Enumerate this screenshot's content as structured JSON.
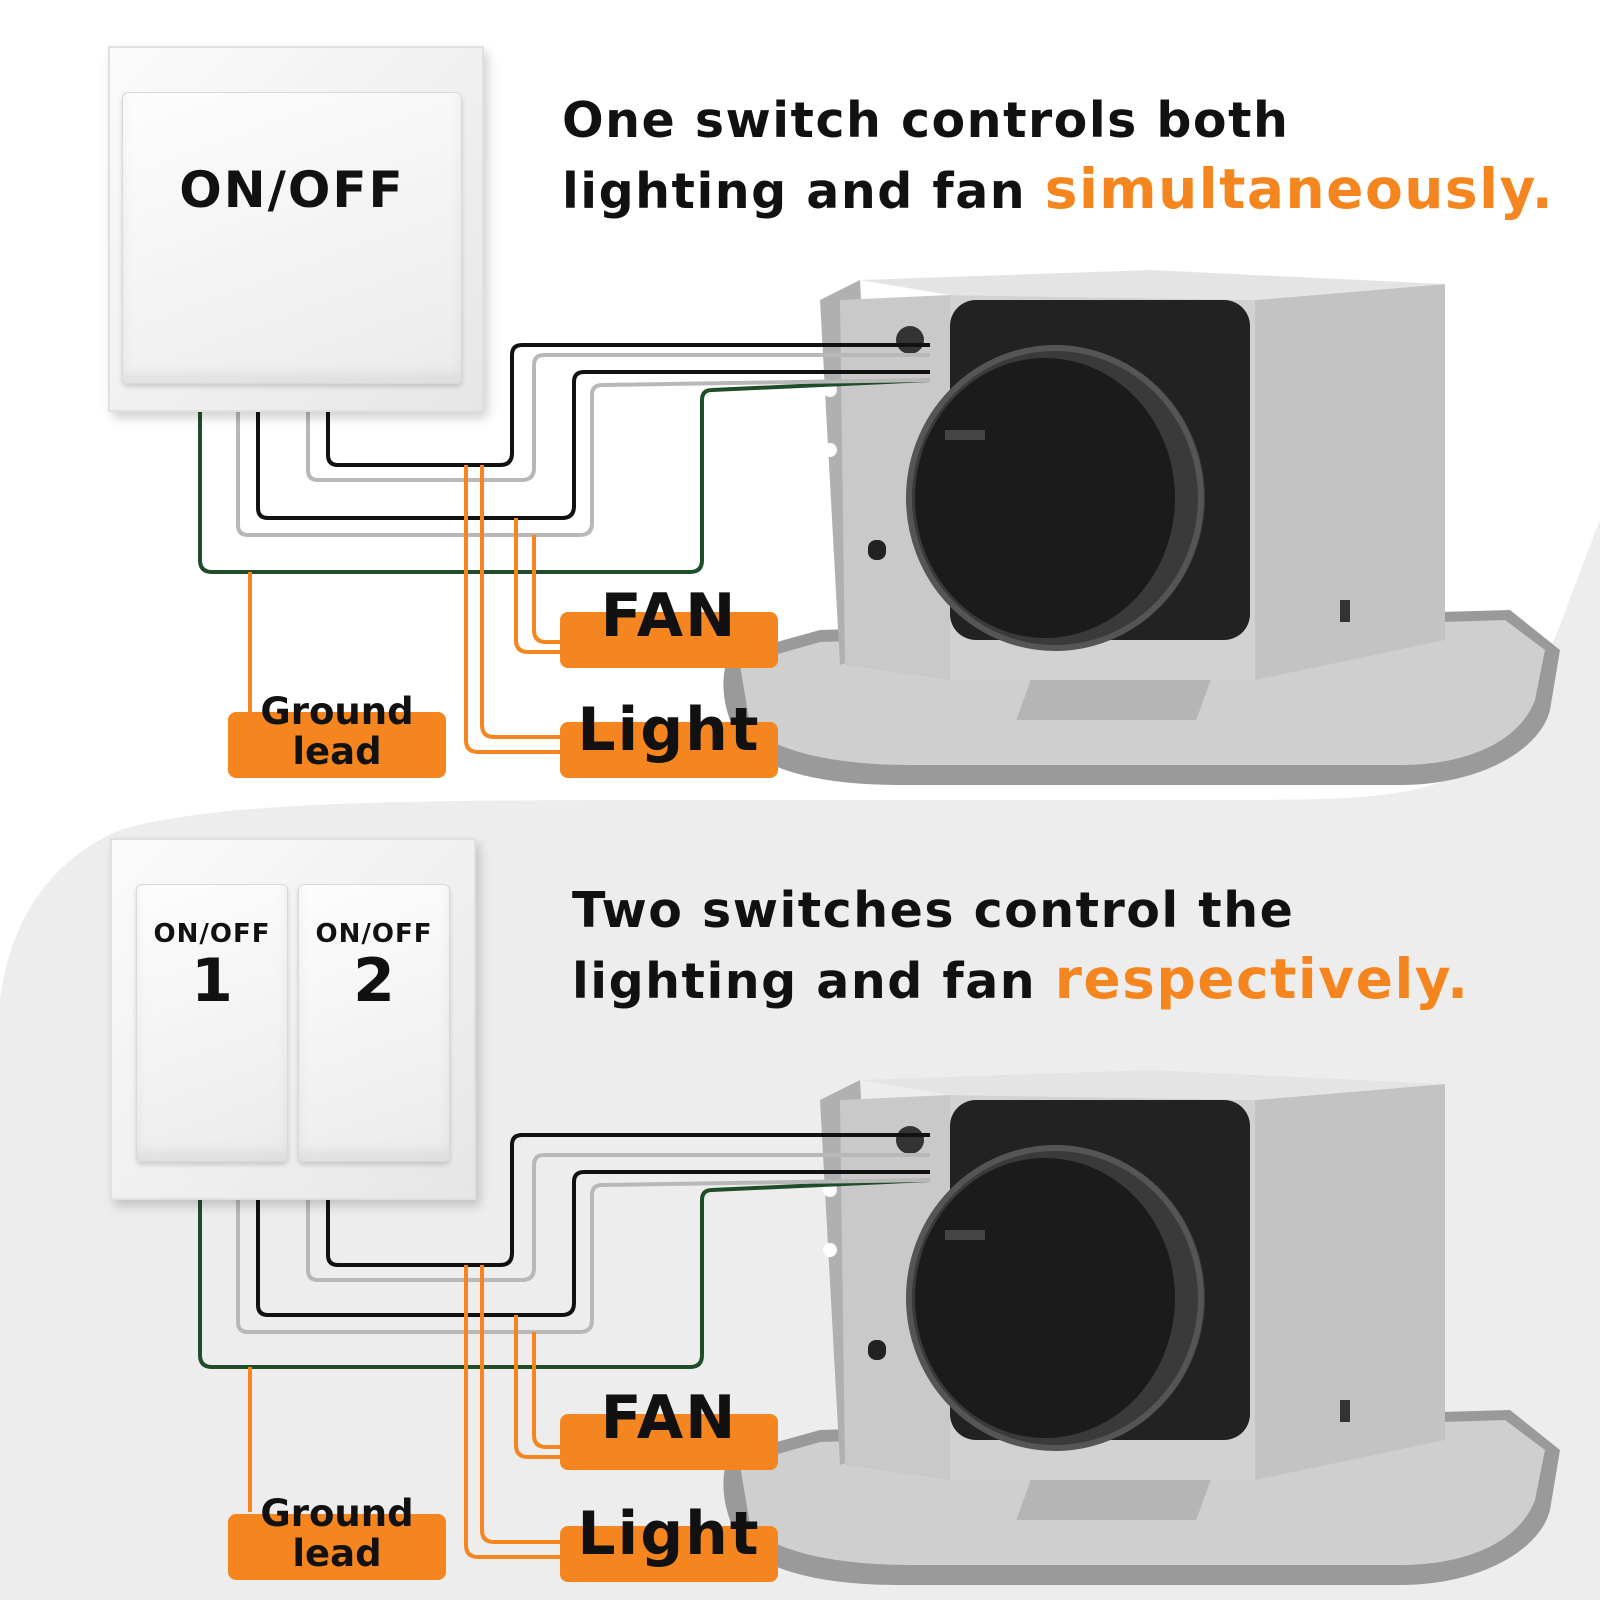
{
  "panel1": {
    "headline_line1": "One switch controls both",
    "headline_line2": "lighting and fan ",
    "headline_accent": "simultaneously.",
    "switch_label": "ON/OFF",
    "tags": {
      "fan": "FAN",
      "light": "Light",
      "ground_line1": "Ground",
      "ground_line2": "lead"
    }
  },
  "panel2": {
    "headline_line1": "Two switches control the",
    "headline_line2": "lighting and fan ",
    "headline_accent": "respectively.",
    "switch1_label": "ON/OFF",
    "switch1_number": "1",
    "switch2_label": "ON/OFF",
    "switch2_number": "2",
    "tags": {
      "fan": "FAN",
      "light": "Light",
      "ground_line1": "Ground",
      "ground_line2": "lead"
    }
  },
  "colors": {
    "accent": "#f5861f",
    "wire_black": "#111111",
    "wire_white": "#b8b8b8",
    "wire_ground": "#1f4d2a",
    "lead_orange": "#f5861f",
    "background_gray": "#ededed"
  }
}
